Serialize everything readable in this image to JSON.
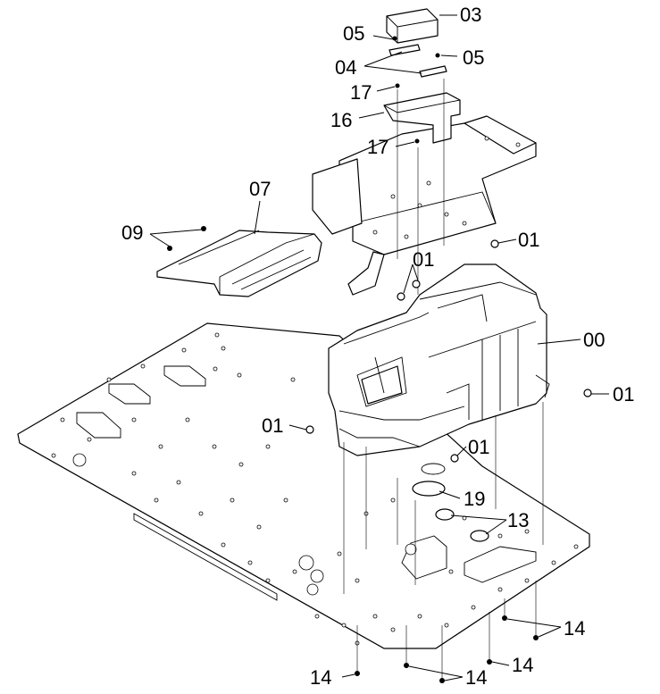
{
  "diagram": {
    "labels": {
      "p03": "03",
      "p05a": "05",
      "p05b": "05",
      "p04": "04",
      "p17a": "17",
      "p16": "16",
      "p17b": "17",
      "p07": "07",
      "p09": "09",
      "p01a": "01",
      "p01b": "01",
      "p00": "00",
      "p01c": "01",
      "p01d": "01",
      "p01e": "01",
      "p19": "19",
      "p13": "13",
      "p14a": "14",
      "p14b": "14",
      "p14c": "14",
      "p14d": "14"
    }
  }
}
